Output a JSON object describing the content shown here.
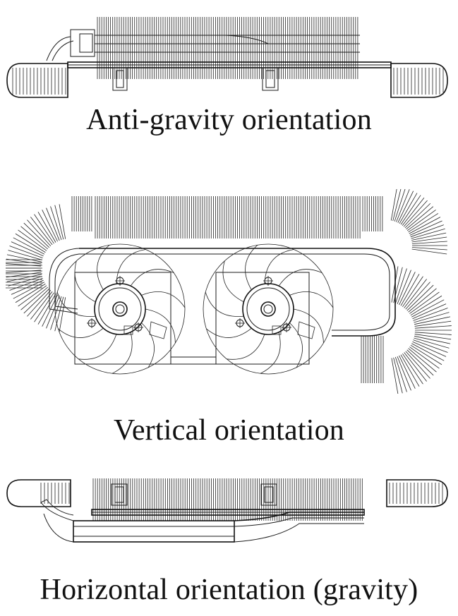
{
  "captions": {
    "anti_gravity": "Anti-gravity orientation",
    "vertical": "Vertical orientation",
    "horizontal": "Horizontal orientation (gravity)"
  },
  "colors": {
    "line": "#1a1a1a",
    "background": "#ffffff"
  }
}
